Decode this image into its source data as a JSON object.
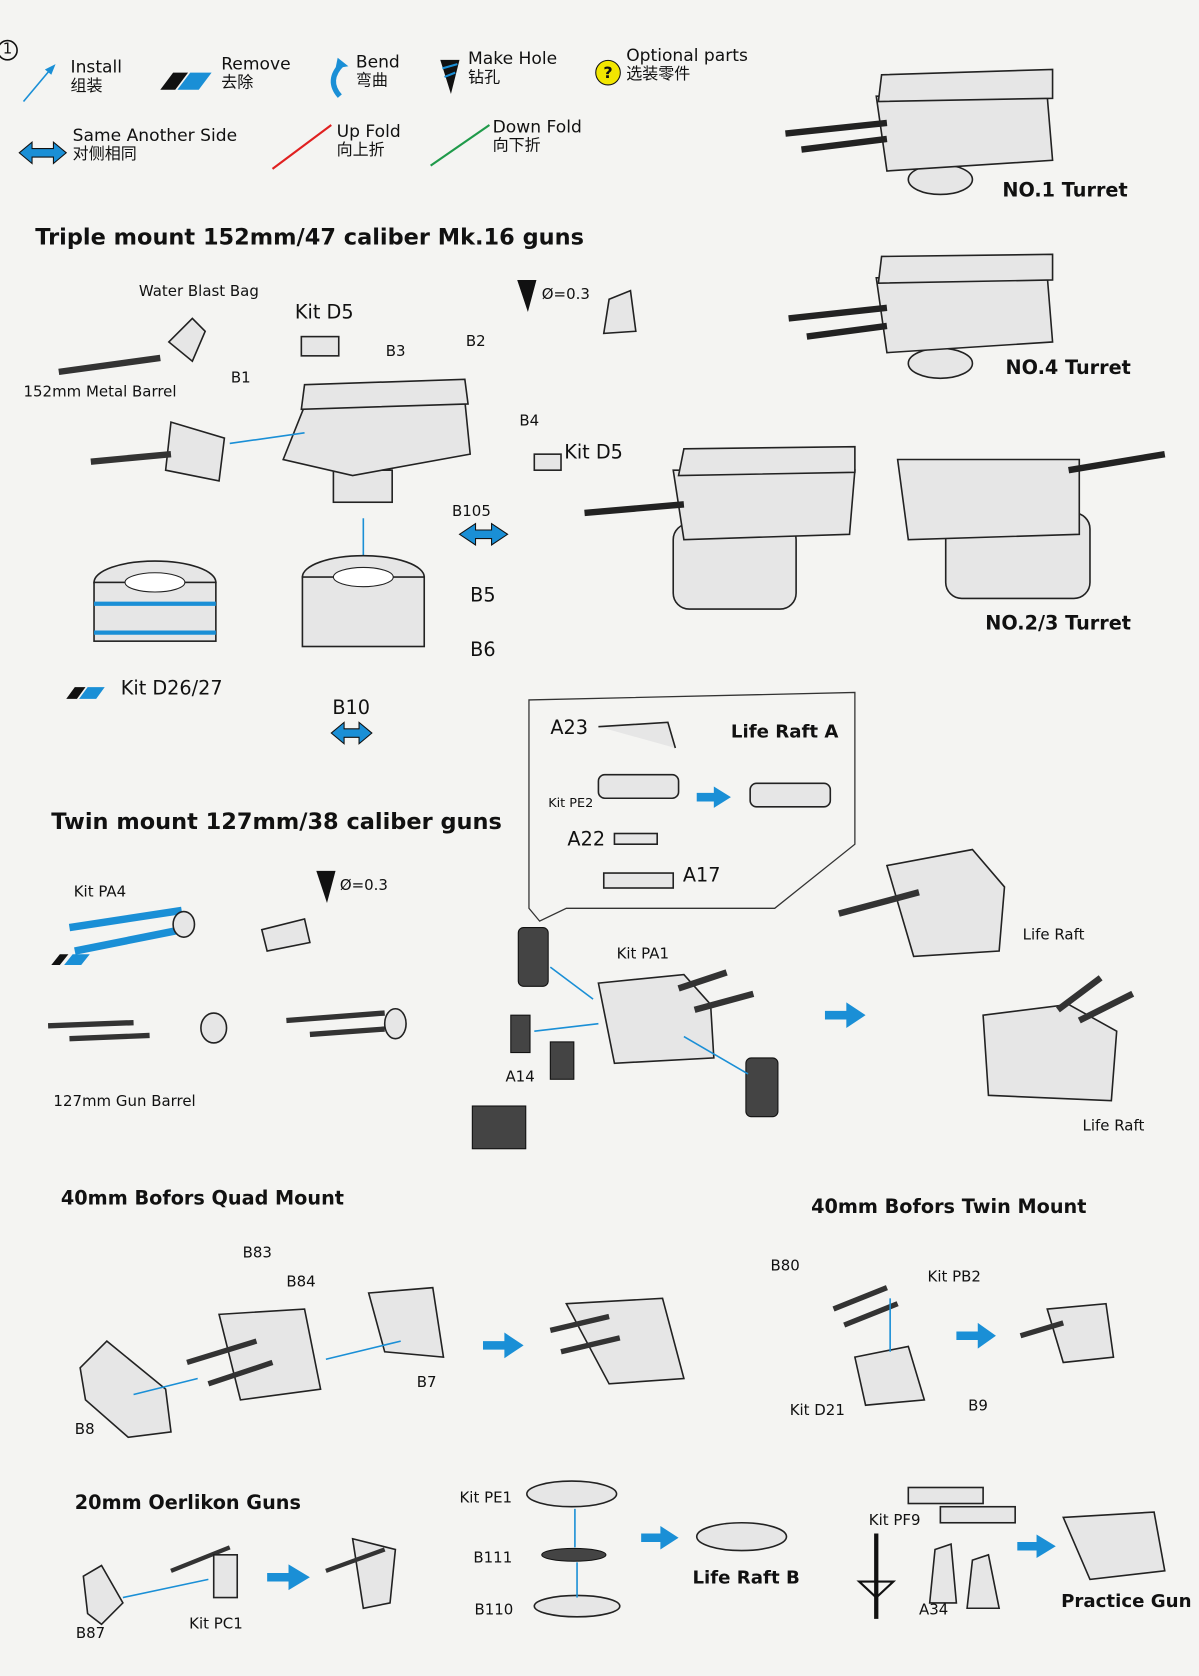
{
  "step_number": "1",
  "legend": {
    "install": {
      "en": "Install",
      "zh": "组装"
    },
    "remove": {
      "en": "Remove",
      "zh": "去除"
    },
    "bend": {
      "en": "Bend",
      "zh": "弯曲"
    },
    "make_hole": {
      "en": "Make Hole",
      "zh": "钻孔"
    },
    "optional": {
      "en": "Optional parts",
      "zh": "选装零件",
      "symbol": "?"
    },
    "same_side": {
      "en": "Same Another Side",
      "zh": "对侧相同"
    },
    "up_fold": {
      "en": "Up Fold",
      "zh": "向上折"
    },
    "down_fold": {
      "en": "Down Fold",
      "zh": "向下折"
    }
  },
  "colors": {
    "accent_blue": "#1a8fd6",
    "up_fold": "#e02020",
    "down_fold": "#1f9a4a",
    "optional_yellow": "#f2e600"
  },
  "turrets": {
    "no1": "NO.1 Turret",
    "no4": "NO.4 Turret",
    "no23": "NO.2/3 Turret"
  },
  "section1": {
    "title": "Triple mount 152mm/47 caliber Mk.16 guns",
    "labels": {
      "water_blast_bag": "Water Blast Bag",
      "metal_barrel": "152mm Metal Barrel",
      "kit_d5_a": "Kit D5",
      "kit_d5_b": "Kit D5",
      "b1": "B1",
      "b2": "B2",
      "b3": "B3",
      "b4": "B4",
      "b105": "B105",
      "b5": "B5",
      "b6": "B6",
      "b10": "B10",
      "kit_d26": "Kit D26/27",
      "hole": "Ø=0.3"
    }
  },
  "life_raft_a": {
    "title": "Life Raft A",
    "a23": "A23",
    "kit_pe2": "Kit PE2",
    "a22": "A22",
    "a17": "A17"
  },
  "section2": {
    "title": "Twin mount 127mm/38 caliber guns",
    "labels": {
      "kit_pa4": "Kit PA4",
      "hole": "Ø=0.3",
      "gun_barrel": "127mm Gun Barrel",
      "kit_pa1": "Kit PA1",
      "a14": "A14",
      "life_raft_1": "Life Raft",
      "life_raft_2": "Life Raft"
    }
  },
  "section3": {
    "title": "40mm Bofors Quad Mount",
    "labels": {
      "b83": "B83",
      "b84": "B84",
      "b7": "B7",
      "b8": "B8"
    }
  },
  "section4": {
    "title": "40mm Bofors Twin Mount",
    "labels": {
      "b80": "B80",
      "kit_pb2": "Kit PB2",
      "kit_d21": "Kit D21",
      "b9": "B9"
    }
  },
  "section5": {
    "title": "20mm Oerlikon Guns",
    "labels": {
      "b87": "B87",
      "kit_pc1": "Kit PC1"
    }
  },
  "life_raft_b": {
    "title": "Life Raft B",
    "kit_pe1": "Kit PE1",
    "b111": "B111",
    "b110": "B110"
  },
  "practice_gun": {
    "title": "Practice Gun",
    "kit_pf9": "Kit PF9",
    "a34": "A34"
  }
}
